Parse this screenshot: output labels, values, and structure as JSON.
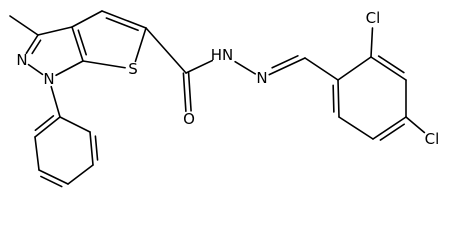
{
  "structure": {
    "kind": "chemical-structure",
    "atom_labels": {
      "N_pyrazole_2": "N",
      "N_pyrazole_1": "N",
      "S_thiophene": "S",
      "O_carbonyl": "O",
      "N_hydrazide_H": "HN",
      "N_hydrazone": "N",
      "Cl_ortho": "Cl",
      "Cl_para": "Cl"
    },
    "groups": [
      "methyl",
      "phenyl",
      "thienopyrazole",
      "carbohydrazide",
      "2,4-dichlorobenzylidene"
    ]
  }
}
